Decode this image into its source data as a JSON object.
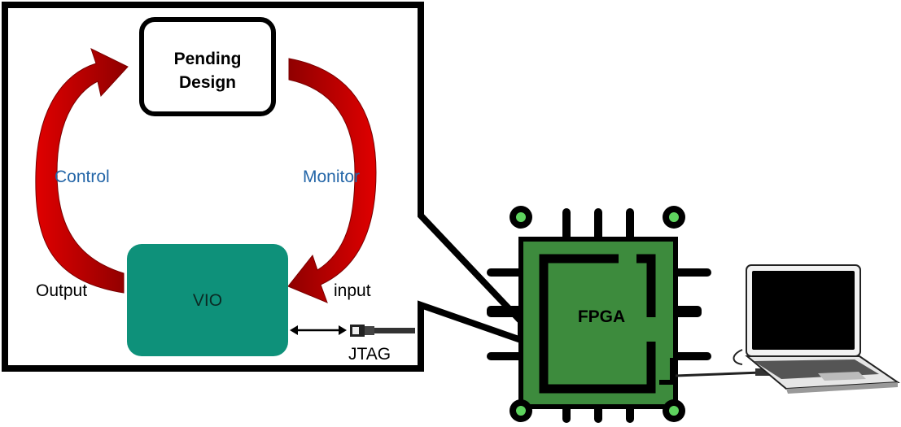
{
  "pending_design": {
    "line1": "Pending",
    "line2": "Design"
  },
  "labels": {
    "control": "Control",
    "monitor": "Monitor",
    "output": "Output",
    "input": "input",
    "vio": "VIO",
    "jtag": "JTAG",
    "fpga": "FPGA"
  },
  "colors": {
    "arrow_red": "#e00000",
    "arrow_dark": "#9a0000",
    "label_blue": "#2466a8",
    "vio_teal": "#0e917a",
    "fpga_green": "#3d8b3d",
    "pin_green": "#5ed35e"
  },
  "icons": [
    "usb-connector-icon",
    "laptop-icon",
    "fpga-chip-icon"
  ]
}
